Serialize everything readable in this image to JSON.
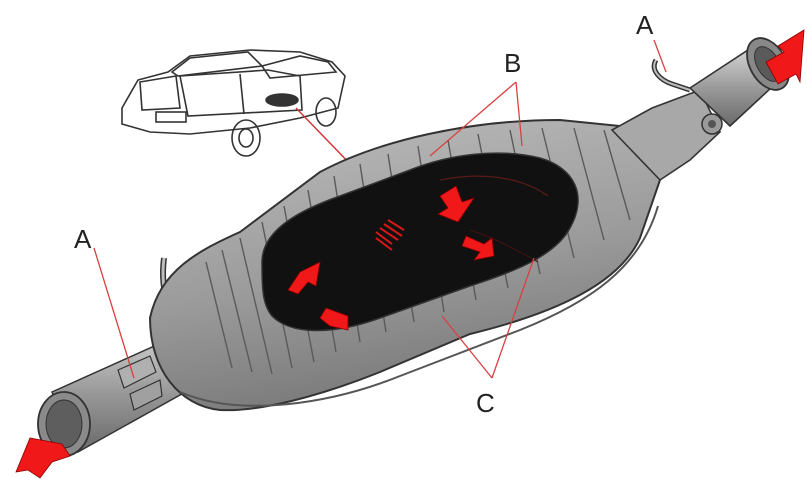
{
  "diagram": {
    "labels": {
      "a_top": "A",
      "a_left": "A",
      "b": "B",
      "c": "C"
    },
    "colors": {
      "shell": "#9c9c9c",
      "shell_dark": "#6e6e6e",
      "shell_light": "#c8c8c8",
      "core": "#111111",
      "flow_arrow": "#f01818",
      "leader": "#e04040",
      "outline": "#333333"
    }
  }
}
